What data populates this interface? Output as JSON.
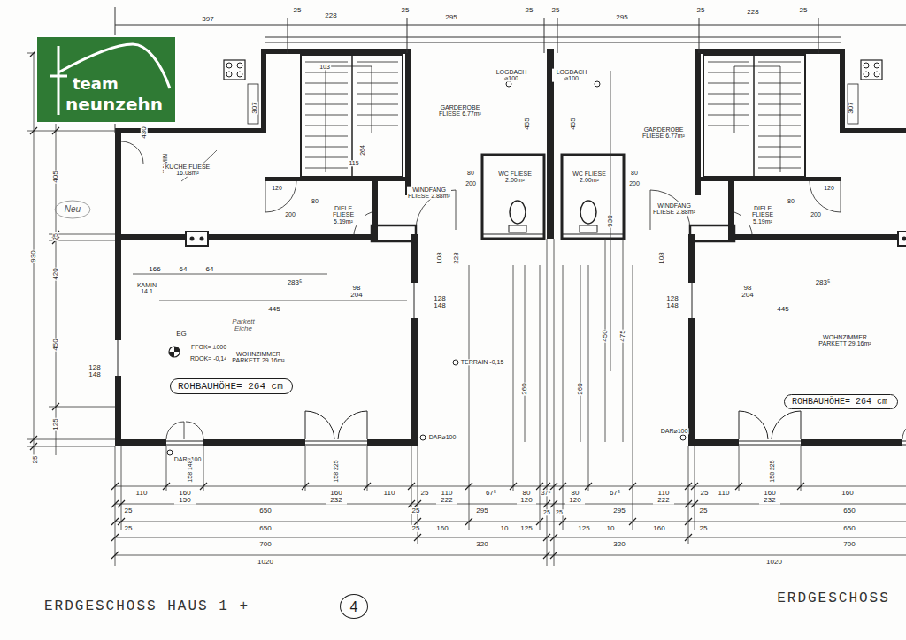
{
  "diagram": {
    "nodes": [
      {
        "text": [
          "team",
          "neunzehn"
        ]
      },
      {
        "text": [
          "ROHBAUHÖHE= 264 cm"
        ]
      },
      {
        "text": [
          "ROHBAUHÖHE= 264 cm"
        ]
      },
      {
        "text": [
          "4"
        ]
      }
    ],
    "labels": [
      "397",
      "25",
      "228",
      "25",
      "295",
      "25",
      "25",
      "295",
      "25",
      "228",
      "25",
      "25",
      "405",
      "25",
      "420",
      "930",
      "450",
      "125",
      "25",
      "128 148",
      "KAMIN",
      "430",
      "KÜCHE FLIESE 16.08m²",
      "307",
      "103",
      "264",
      "115",
      "DIELE FLIESE 5.19m²",
      "120",
      "80",
      "200",
      "GARDEROBE FLIESE 6.77m²",
      "WINDFANG FLIESE 2.88m²",
      "LOGDACH ⌀100",
      "LOGDACH ⌀100",
      "455",
      "455",
      "WC FLIESE 2.00m²",
      "WC FLIESE 2.00m²",
      "80",
      "200",
      "80",
      "200",
      "GARDEROBE FLIESE 6.77m²",
      "WINDFANG FLIESE 2.88m²",
      "DIELE FLIESE 5.19m²",
      "120",
      "80",
      "200",
      "307",
      "166",
      "64",
      "64",
      "KAMIN 14.1",
      "283⁵",
      "445",
      "98 204",
      "128 148",
      "EG",
      "FFOK= ±000",
      "RDOK= -0,14",
      "WOHNZIMMER PARKETT 29.16m²",
      "Parkett Eiche",
      "TERRAIN -0,15",
      "108",
      "223",
      "260",
      "260",
      "450",
      "475",
      "930",
      "108",
      "128 148",
      "98 204",
      "283⁵",
      "445",
      "WOHNZIMMER PARKETT 29.16m²",
      "DAR⌀100",
      "DAR⌀100",
      "DAR⌀100",
      "158 148",
      "158 225",
      "158 225",
      "110",
      "160 150",
      "160 232",
      "110",
      "25",
      "110 222",
      "67⁵",
      "80 120",
      "37⁵",
      "37⁵",
      "80 120",
      "67⁵",
      "110 222",
      "25",
      "110",
      "160 232",
      "160",
      "25",
      "650",
      "25",
      "295",
      "25",
      "25",
      "295",
      "25",
      "650",
      "25",
      "650",
      "25",
      "160",
      "10",
      "125",
      "125",
      "10",
      "160",
      "25",
      "650",
      "700",
      "320",
      "320",
      "700",
      "1020",
      "1020",
      "ERDGESCHOSS HAUS 1 +",
      "ERDGESCHOSS",
      "Neu"
    ]
  }
}
